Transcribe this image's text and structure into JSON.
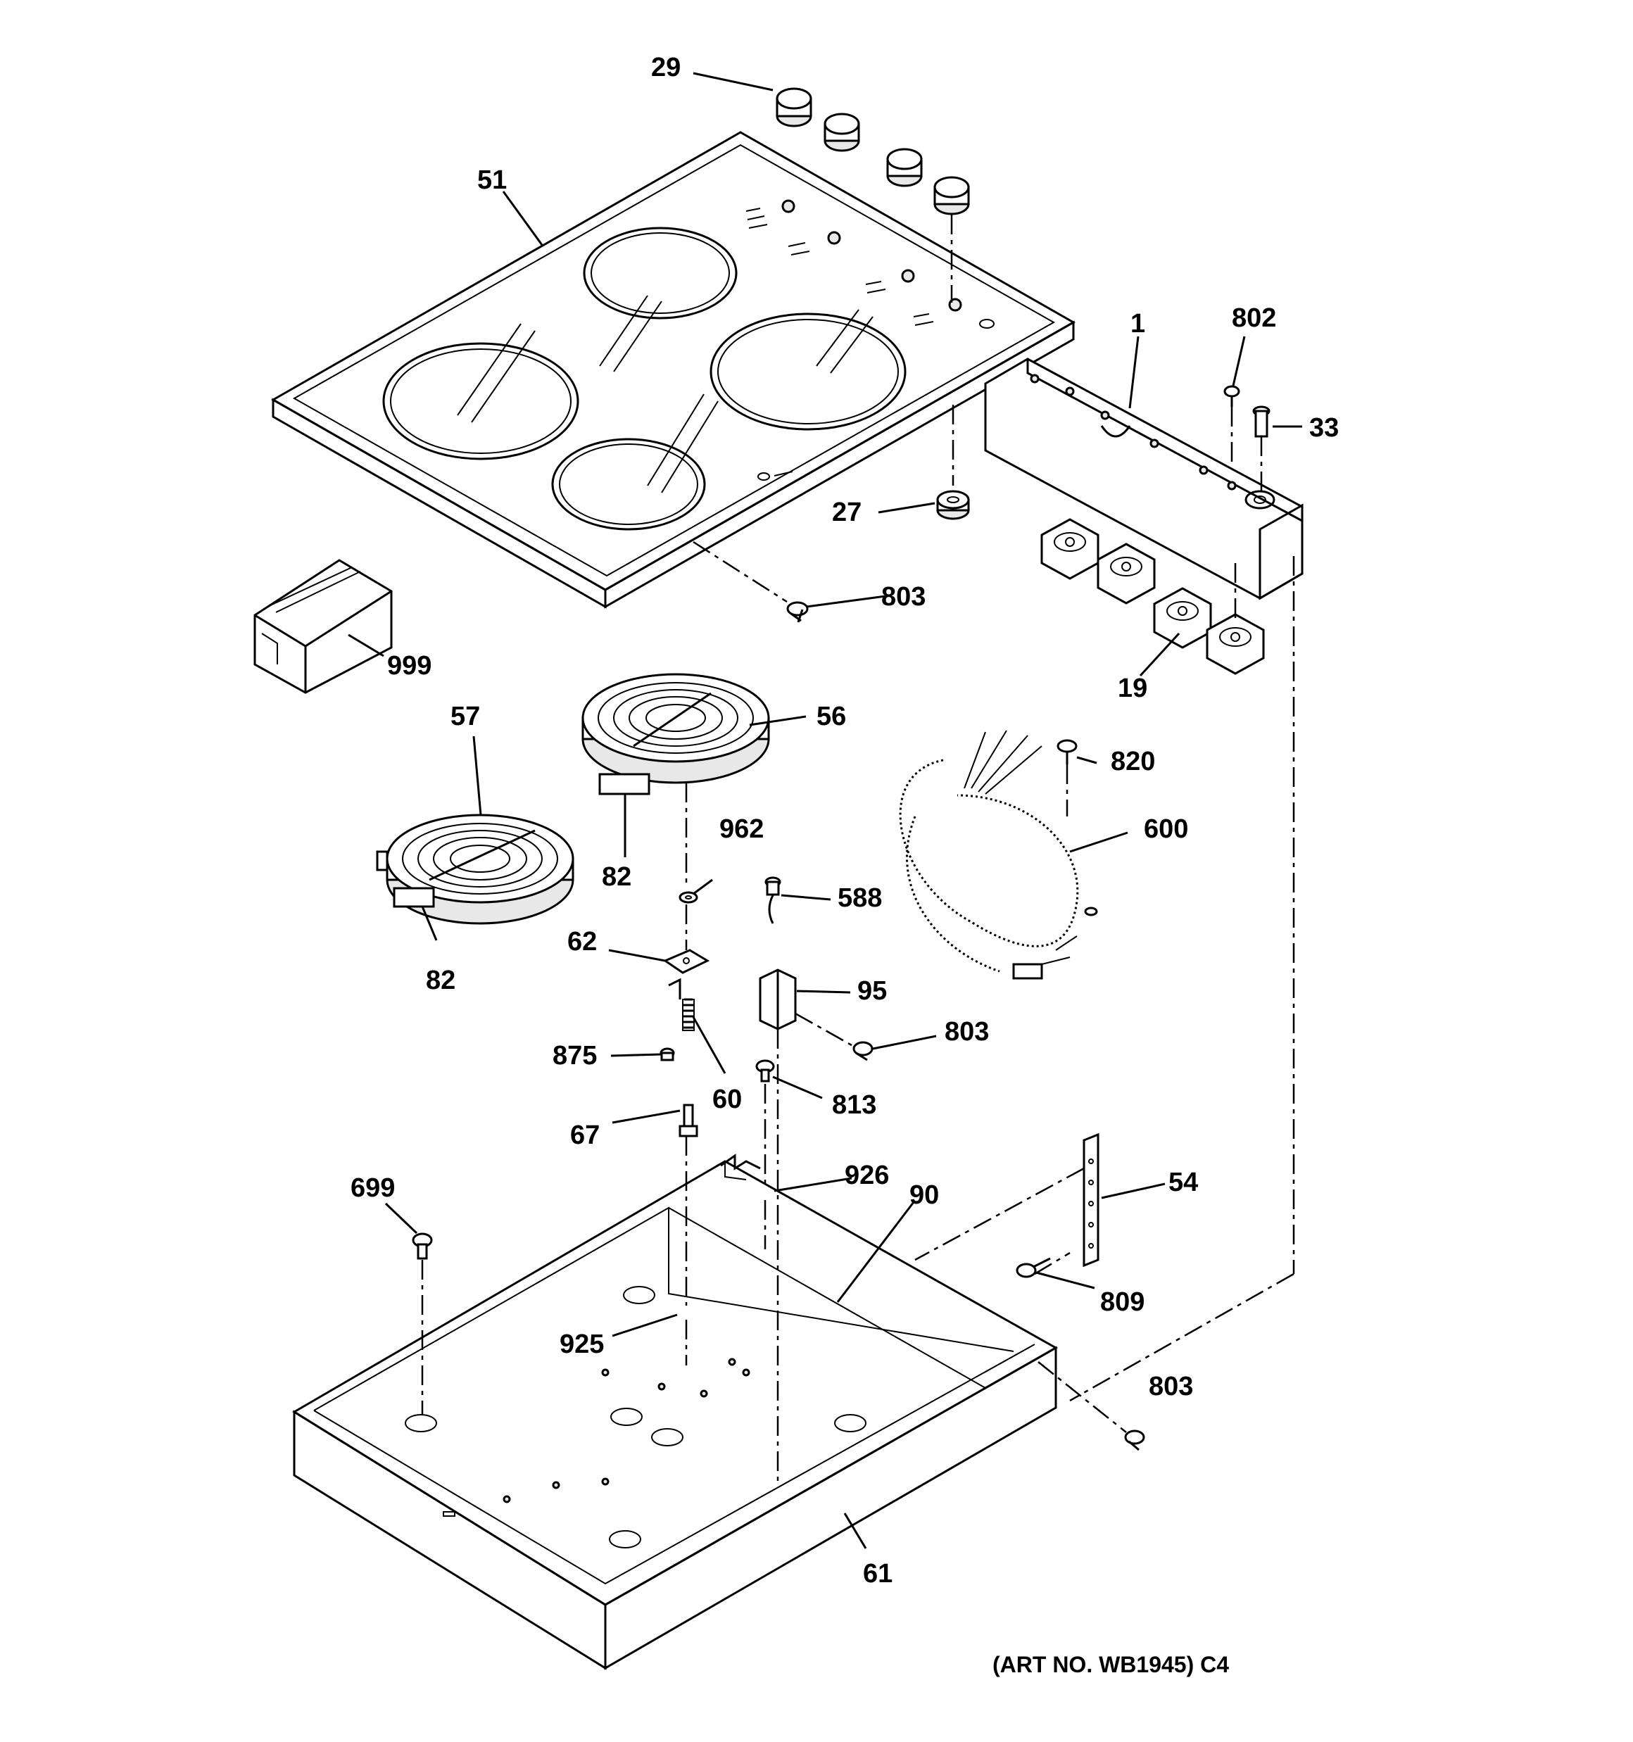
{
  "labels": {
    "l29": "29",
    "l51": "51",
    "l1": "1",
    "l802": "802",
    "l33": "33",
    "l27": "27",
    "l803a": "803",
    "l999": "999",
    "l19": "19",
    "l57": "57",
    "l56": "56",
    "l82a": "82",
    "l82b": "82",
    "l820": "820",
    "l600": "600",
    "l962": "962",
    "l588": "588",
    "l62": "62",
    "l95": "95",
    "l803b": "803",
    "l875": "875",
    "l60": "60",
    "l813": "813",
    "l67": "67",
    "l926": "926",
    "l90": "90",
    "l54": "54",
    "l699": "699",
    "l809": "809",
    "l925": "925",
    "l803c": "803",
    "l61": "61"
  },
  "art_number": "(ART NO. WB1945) C4"
}
